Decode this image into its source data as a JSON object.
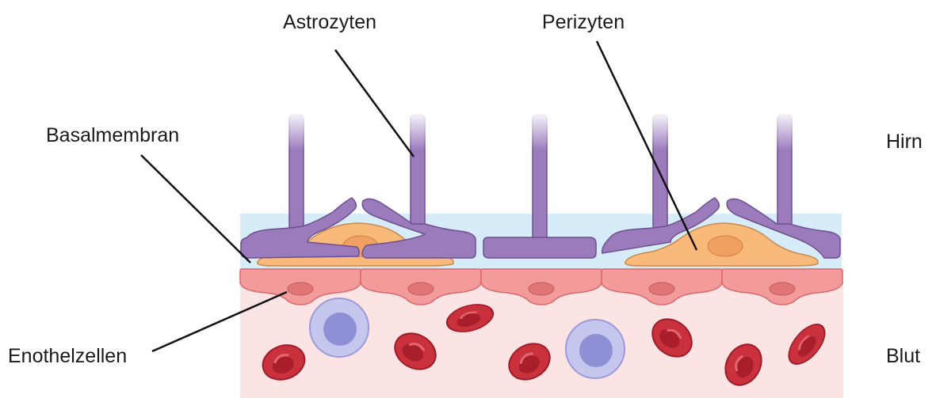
{
  "labels": {
    "astrozyten": "Astrozyten",
    "perizyten": "Perizyten",
    "basalmembran": "Basalmembran",
    "enothelzellen": "Enothelzellen",
    "hirn": "Hirn",
    "blut": "Blut"
  },
  "colors": {
    "blood_bg": "#fde4e4",
    "basement_membrane": "#d6ecf8",
    "astrocyte": "#9c7bbd",
    "astrocyte_stroke": "#6d4f92",
    "pericyte": "#f8b97a",
    "pericyte_nucleus": "#f0a060",
    "endothelial": "#f39b9b",
    "endothelial_nucleus": "#e07575",
    "red_blood_cell": "#c9313c",
    "white_blood_cell": "#b4b5e6"
  }
}
